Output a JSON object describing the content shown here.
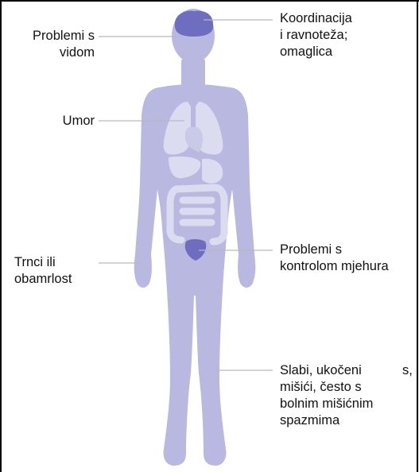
{
  "labels": {
    "coordination": [
      "Koordinacija",
      "i ravnoteža;",
      "omaglica"
    ],
    "vision": [
      "Problemi s",
      "vidom"
    ],
    "fatigue": [
      "Umor"
    ],
    "numbness": [
      "Trnci ili",
      "obamrlost"
    ],
    "bladder": [
      "Problemi s",
      "kontrolom mjehura"
    ],
    "muscles": [
      "Slabi, ukočeni",
      "mišići, često s",
      "bolnim mišićnim",
      "spazmima"
    ],
    "fragment": "s,"
  },
  "colors": {
    "body": "#b8b8e0",
    "organs": "#dcdcf0",
    "highlight": "#6f6dbf",
    "leader": "#b9b9bf",
    "text": "#111111",
    "border": "#000000"
  }
}
